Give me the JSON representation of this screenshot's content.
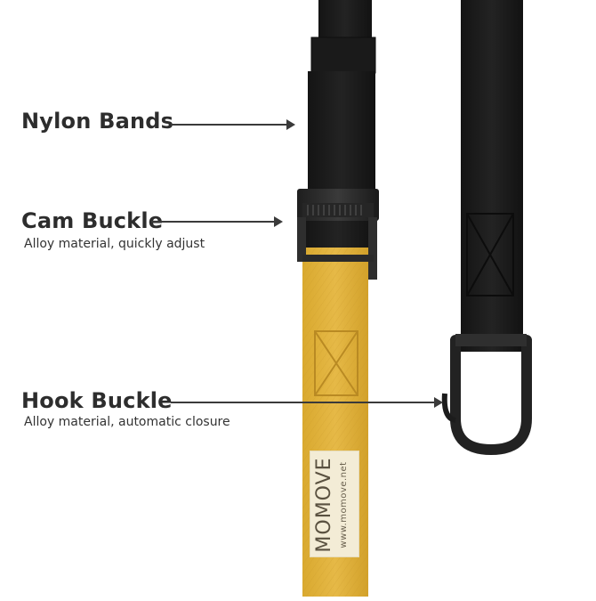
{
  "callouts": {
    "nylon": {
      "title": "Nylon Bands"
    },
    "cam": {
      "title": "Cam Buckle",
      "subtitle": "Alloy material, quickly adjust"
    },
    "hook": {
      "title": "Hook Buckle",
      "subtitle": "Alloy material, automatic closure"
    }
  },
  "tag": {
    "brand": "MOMOVE",
    "site": "www.momove.net"
  },
  "colors": {
    "strap_black": "#1b1b1b",
    "strap_yellow": "#e2b43c",
    "buckle": "#2a2a2a",
    "text": "#2d2d2d"
  }
}
